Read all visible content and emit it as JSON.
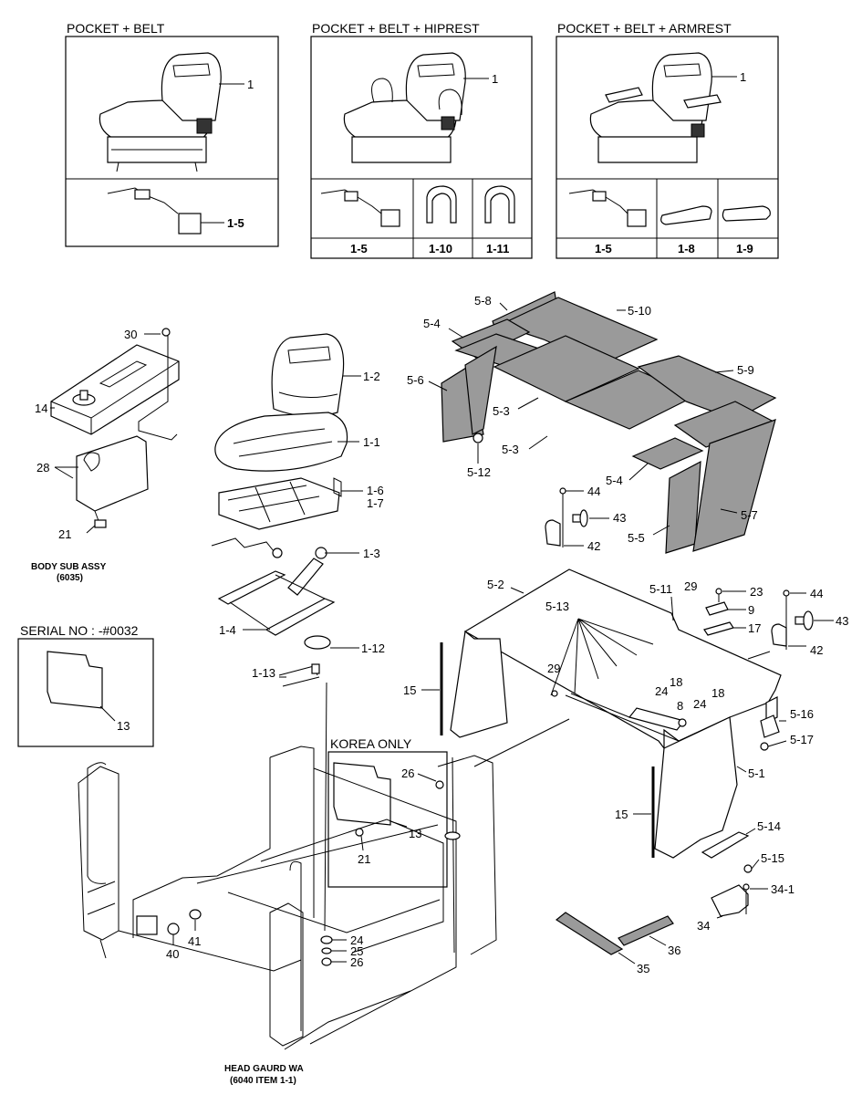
{
  "sections": {
    "pocket_belt": "POCKET + BELT",
    "pocket_belt_hiprest": "POCKET + BELT + HIPREST",
    "pocket_belt_armrest": "POCKET + BELT + ARMREST",
    "serial": "SERIAL NO : -#0032",
    "korea": "KOREA ONLY"
  },
  "notes": {
    "body_sub_assy_1": "BODY SUB ASSY",
    "body_sub_assy_2": "(6035)",
    "head_guard_1": "HEAD GAURD WA",
    "head_guard_2": "(6040 ITEM 1-1)"
  },
  "box_labels": {
    "b1_1": "1",
    "b1_15": "1-5",
    "b2_1": "1",
    "b2_15": "1-5",
    "b2_110": "1-10",
    "b2_111": "1-11",
    "b3_1": "1",
    "b3_15": "1-5",
    "b3_18": "1-8",
    "b3_19": "1-9"
  },
  "callouts": {
    "c30": "30",
    "c14": "14",
    "c28": "28",
    "c21a": "21",
    "c12": "1-2",
    "c11": "1-1",
    "c16": "1-6",
    "c17": "1-7",
    "c13": "1-3",
    "c14s": "1-4",
    "c112": "1-12",
    "c113": "1-13",
    "c58": "5-8",
    "c510": "5-10",
    "c54a": "5-4",
    "c56": "5-6",
    "c53a": "5-3",
    "c59": "5-9",
    "c53b": "5-3",
    "c512": "5-12",
    "c54b": "5-4",
    "c44a": "44",
    "c43a": "43",
    "c42a": "42",
    "c55": "5-5",
    "c57": "5-7",
    "c52": "5-2",
    "c511": "5-11",
    "c29a": "29",
    "c23": "23",
    "c9": "9",
    "c17n": "17",
    "c44b": "44",
    "c43b": "43",
    "c42b": "42",
    "c513": "5-13",
    "c15a": "15",
    "c29b": "29",
    "c18a": "18",
    "c24a": "24",
    "c8": "8",
    "c24b": "24",
    "c18b": "18",
    "c516": "5-16",
    "c517": "5-17",
    "c51": "5-1",
    "c13s": "13",
    "c26a": "26",
    "c13k": "13",
    "c21b": "21",
    "c15b": "15",
    "c514": "5-14",
    "c515": "5-15",
    "c341": "34-1",
    "c34": "34",
    "c36": "36",
    "c35": "35",
    "c24c": "24",
    "c25": "25",
    "c26b": "26",
    "c40": "40",
    "c41": "41"
  }
}
